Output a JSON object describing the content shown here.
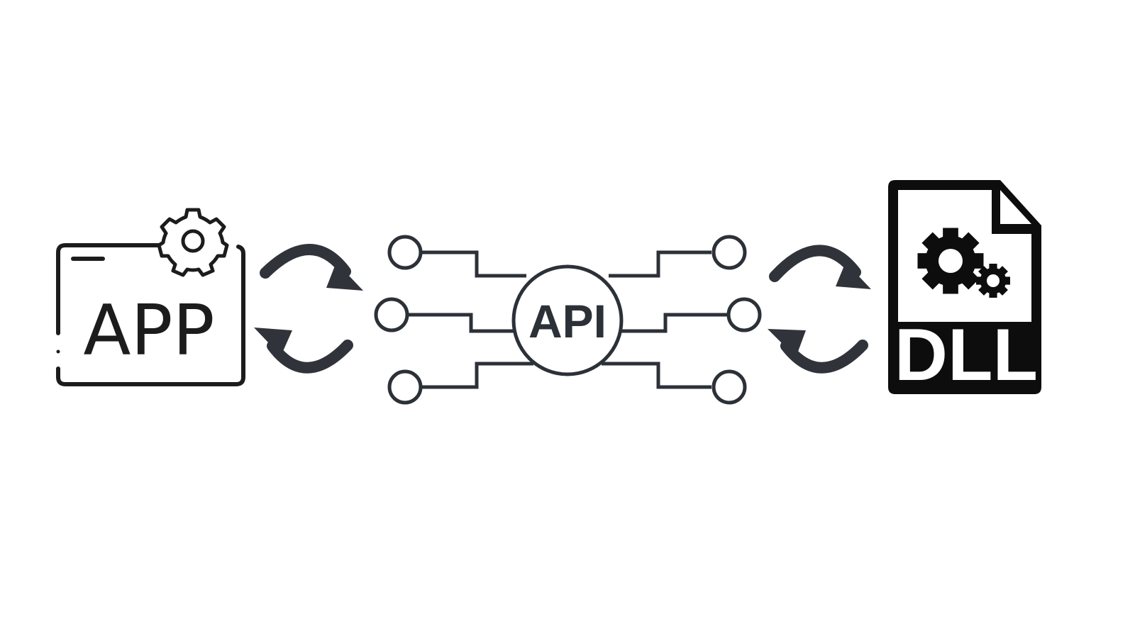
{
  "diagram": {
    "nodes": {
      "app": {
        "label": "APP"
      },
      "api": {
        "label": "API"
      },
      "dll": {
        "label": "DLL"
      }
    },
    "colors": {
      "ink": "#1c1c1c",
      "arrow": "#30343a",
      "circuit": "#2c3138",
      "background": "#ffffff"
    }
  }
}
